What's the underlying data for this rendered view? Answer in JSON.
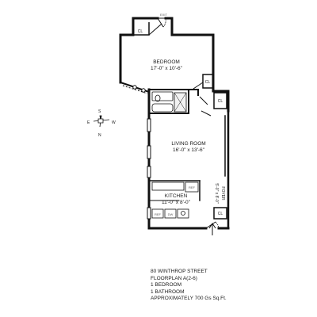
{
  "rooms": {
    "bedroom": {
      "name": "BEDROOM",
      "dims": "17'-0\" x 10'-6\""
    },
    "living": {
      "name": "LIVING ROOM",
      "dims": "16'-0\" x 13'-6\""
    },
    "kitchen": {
      "name": "KITCHEN",
      "dims": "11'-0\" x 8'-0\""
    },
    "foyer": {
      "name": "FOYER",
      "dims": "5'-0\" x 8'-0\""
    }
  },
  "labels": {
    "exit": "EXIT",
    "closet": "CL",
    "refrigerator": "REF",
    "dishwasher": "DW"
  },
  "compass": {
    "s": "S",
    "e": "E",
    "w": "W",
    "n": "N"
  },
  "info": {
    "address": "80 WINTHROP STREET",
    "floorplan": "FLOORPLAN A(2-6)",
    "bedrooms": "1 BEDROOM",
    "bathrooms": "1 BATHROOM",
    "area": "APPROXIMATELY 700 Gs Sq.Ft."
  }
}
